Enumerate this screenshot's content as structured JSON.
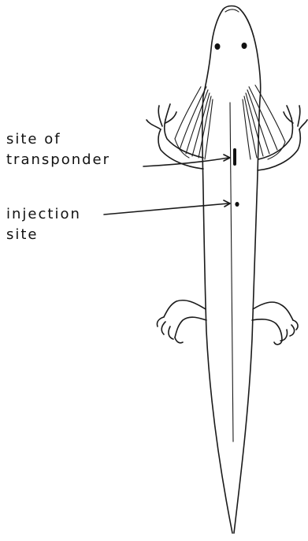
{
  "labels": {
    "transponder_line1": "site of",
    "transponder_line2": "transponder",
    "injection_line1": "injection",
    "injection_line2": "site"
  },
  "colors": {
    "ink": "#1a1a1a",
    "background": "#ffffff"
  }
}
